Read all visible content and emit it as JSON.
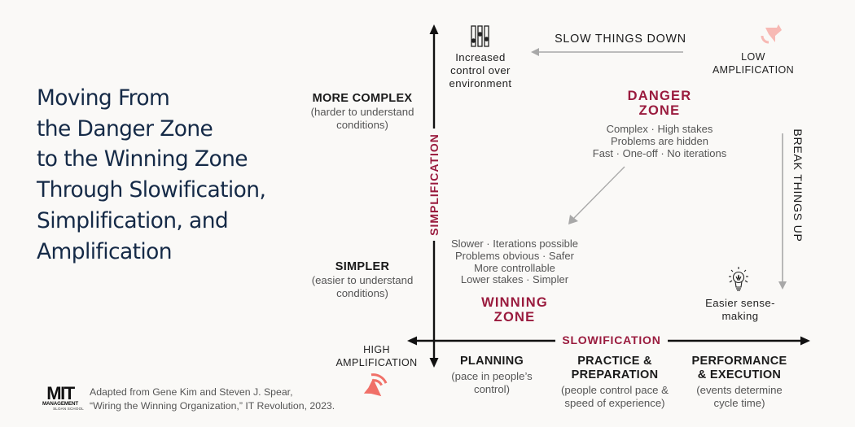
{
  "title_lines": [
    "Moving From",
    "the Danger Zone",
    "to the Winning Zone",
    "Through Slowification,",
    "Simplification, and",
    "Amplification"
  ],
  "axes": {
    "vertical": {
      "label": "SIMPLIFICATION",
      "color": "#9a1b3e"
    },
    "horizontal": {
      "label": "SLOWIFICATION",
      "color": "#9a1b3e"
    }
  },
  "left_labels": {
    "top": {
      "heading": "MORE COMPLEX",
      "sub_lines": [
        "(harder to understand",
        "conditions)"
      ]
    },
    "bottom": {
      "heading": "SIMPLER",
      "sub_lines": [
        "(easier to understand",
        "conditions)"
      ]
    },
    "high_amplification": [
      "HIGH",
      "AMPLIFICATION"
    ]
  },
  "top_area": {
    "control_icon": "sliders-icon",
    "control_text": [
      "Increased",
      "control over",
      "environment"
    ],
    "slow_things_down": "SLOW THINGS DOWN",
    "low_amplification": [
      "LOW",
      "AMPLIFICATION"
    ],
    "low_amp_icon": "muted-speaker-icon"
  },
  "danger_zone": {
    "title": [
      "DANGER",
      "ZONE"
    ],
    "desc": [
      "Complex · High stakes",
      "Problems are hidden",
      "Fast · One-off · No iterations"
    ]
  },
  "winning_zone": {
    "title": [
      "WINNING",
      "ZONE"
    ],
    "desc": [
      "Slower · Iterations possible",
      "Problems obvious · Safer",
      "More controllable",
      "Lower stakes · Simpler"
    ]
  },
  "right_area": {
    "break_things_up": "BREAK THINGS UP",
    "bulb_icon": "lightbulb-icon",
    "sense_making": [
      "Easier sense-",
      "making"
    ]
  },
  "bottom_columns": [
    {
      "heading": [
        "PLANNING"
      ],
      "sub": [
        "(pace in people’s",
        "control)"
      ]
    },
    {
      "heading": [
        "PRACTICE &",
        "PREPARATION"
      ],
      "sub": [
        "(people control pace &",
        "speed of experience)"
      ]
    },
    {
      "heading": [
        "PERFORMANCE",
        "& EXECUTION"
      ],
      "sub": [
        "(events determine",
        "cycle time)"
      ]
    }
  ],
  "footer": {
    "logo": {
      "main": "MIT",
      "line2": "MANAGEMENT",
      "line3": "SLOAN SCHOOL"
    },
    "citation": [
      "Adapted from Gene Kim and Steven J. Spear,",
      "“Wiring the Winning Organization,” IT Revolution, 2023."
    ]
  },
  "colors": {
    "accent": "#9a1b3e",
    "title": "#152a47",
    "speaker": "#f07068",
    "speaker_muted": "#f7b9b4",
    "guide_arrow": "#a8a8a8",
    "background": "#faf9f7"
  }
}
